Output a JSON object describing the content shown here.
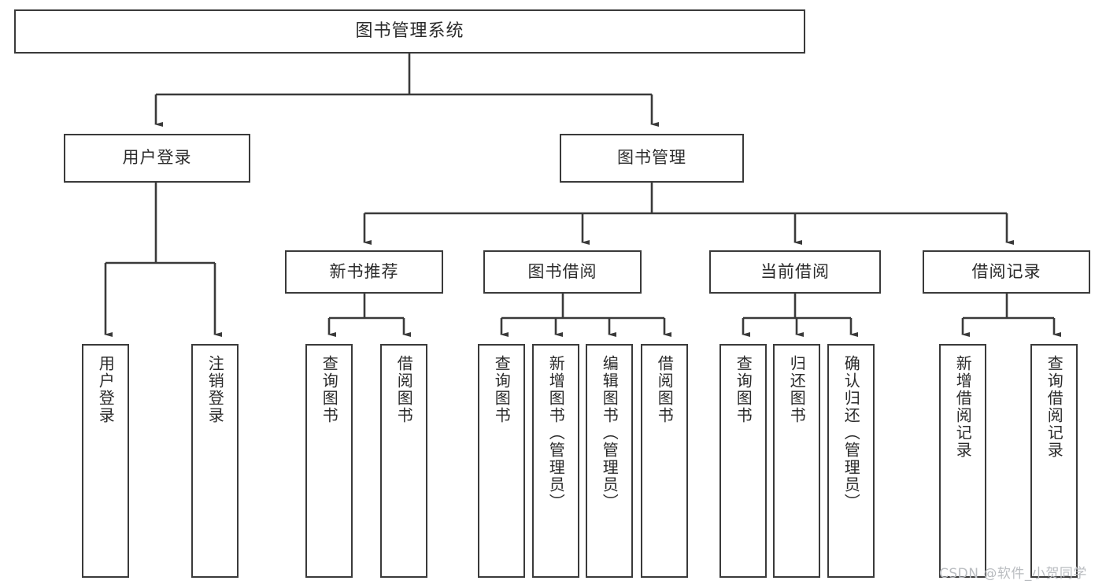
{
  "diagram": {
    "type": "tree-hierarchy-chart",
    "title": "图书管理系统",
    "background_color": "#ffffff",
    "line_color": "#3a3a3a",
    "text_color": "#2b2b2b",
    "watermark": "CSDN @软件_小贺同学"
  },
  "nodes": {
    "root": {
      "label": "图书管理系统"
    },
    "level2": [
      {
        "label": "用户登录"
      },
      {
        "label": "图书管理"
      }
    ],
    "level3": [
      {
        "label": "新书推荐"
      },
      {
        "label": "图书借阅"
      },
      {
        "label": "当前借阅"
      },
      {
        "label": "借阅记录"
      }
    ],
    "leaves": {
      "user_login": [
        {
          "label": "用户登录"
        },
        {
          "label": "注销登录"
        }
      ],
      "new_book_recommend": [
        {
          "label": "查询图书"
        },
        {
          "label": "借阅图书"
        }
      ],
      "book_borrow": [
        {
          "label": "查询图书"
        },
        {
          "label": "新增图书（管理员）"
        },
        {
          "label": "编辑图书（管理员）"
        },
        {
          "label": "借阅图书"
        }
      ],
      "current_borrow": [
        {
          "label": "查询图书"
        },
        {
          "label": "归还图书"
        },
        {
          "label": "确认归还（管理员）"
        }
      ],
      "borrow_record": [
        {
          "label": "新增借阅记录"
        },
        {
          "label": "查询借阅记录"
        }
      ]
    }
  }
}
